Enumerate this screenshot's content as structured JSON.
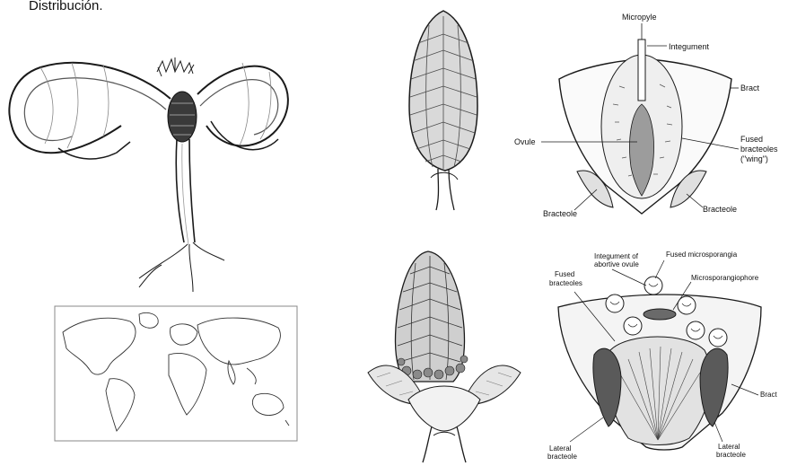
{
  "caption": "Distribución.",
  "ovule_diagram": {
    "labels": {
      "micropyle": "Micropyle",
      "integument": "Integument",
      "bract": "Bract",
      "ovule": "Ovule",
      "fused_bracteoles_1": "Fused",
      "fused_bracteoles_2": "bracteoles",
      "fused_bracteoles_3": "(\"wing\")",
      "bracteole_left": "Bracteole",
      "bracteole_right": "Bracteole"
    }
  },
  "microsporangia_diagram": {
    "labels": {
      "integument_1": "Integument of",
      "integument_2": "abortive ovule",
      "fused_microsporangia": "Fused microsporangia",
      "fused_bracteoles_1": "Fused",
      "fused_bracteoles_2": "bracteoles",
      "microsporangiophore": "Microsporangiophore",
      "bract": "Bract",
      "lateral_bracteole_left_1": "Lateral",
      "lateral_bracteole_left_2": "bracteole",
      "lateral_bracteole_right_1": "Lateral",
      "lateral_bracteole_right_2": "bracteole"
    }
  },
  "colors": {
    "ink": "#1a1a1a",
    "shade": "#6b6b6b",
    "paper": "#ffffff"
  }
}
